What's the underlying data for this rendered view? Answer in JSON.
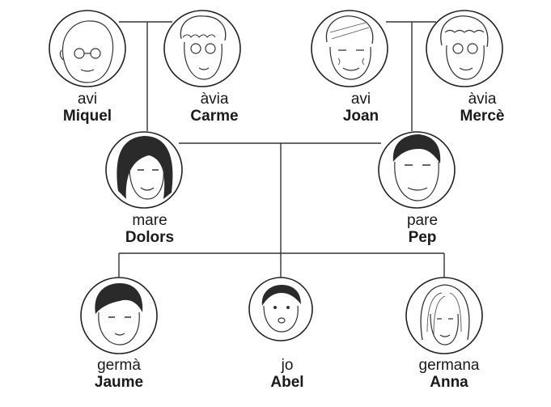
{
  "family_tree": {
    "grandparents": [
      {
        "relation": "avi",
        "name": "Miquel",
        "portrait": "bald-old-man-with-glasses"
      },
      {
        "relation": "àvia",
        "name": "Carme",
        "portrait": "old-woman-curly-hair-glasses"
      },
      {
        "relation": "avi",
        "name": "Joan",
        "portrait": "old-man-wrinkled-face"
      },
      {
        "relation": "àvia",
        "name": "Mercè",
        "portrait": "old-woman-short-hair-glasses"
      }
    ],
    "parents": [
      {
        "relation": "mare",
        "name": "Dolors",
        "portrait": "woman-long-dark-hair"
      },
      {
        "relation": "pare",
        "name": "Pep",
        "portrait": "man-dark-hair"
      }
    ],
    "children": [
      {
        "relation": "germà",
        "name": "Jaume",
        "portrait": "boy-dark-fringe"
      },
      {
        "relation": "jo",
        "name": "Abel",
        "portrait": "boy-looking-up"
      },
      {
        "relation": "germana",
        "name": "Anna",
        "portrait": "girl-long-hair"
      }
    ]
  },
  "colors": {
    "line": "#333333",
    "text": "#1a1a1a",
    "background": "#ffffff"
  }
}
